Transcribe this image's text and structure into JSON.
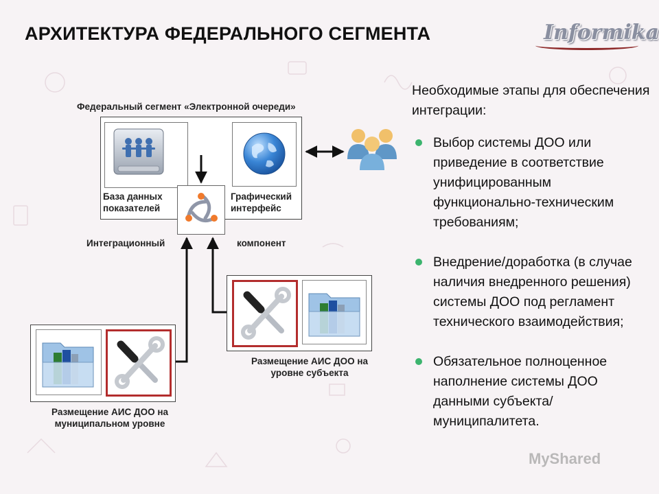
{
  "title": "АРХИТЕКТУРА ФЕДЕРАЛЬНОГО СЕГМЕНТА",
  "logo": "Informika",
  "diagram": {
    "federal_segment_label": "Федеральный сегмент «Электронной очереди»",
    "db_label": "База данных показателей",
    "gui_label": "Графический интерфейс",
    "integration_left": "Интеграционный",
    "integration_right": "компонент",
    "regional_label": "Размещение АИС ДОО на уровне субъекта",
    "municipal_label": "Размещение АИС ДОО на муниципальном уровне"
  },
  "panel": {
    "intro": "Необходимые этапы для обеспечения интеграции:",
    "bullets": [
      "Выбор системы ДОО или приведение в соответствие унифицированным функционально-техническим требованиям;",
      "Внедрение/доработка (в случае наличия внедренного решения) системы ДОО под регламент технического взаимодействия;",
      "Обязательное полноценное наполнение системы ДОО данными субъекта/муниципалитета."
    ]
  },
  "watermark": "MyShared",
  "colors": {
    "bullet": "#3cb46e",
    "tool_box_border": "#b32d2d",
    "globe": "#2f74c8"
  }
}
